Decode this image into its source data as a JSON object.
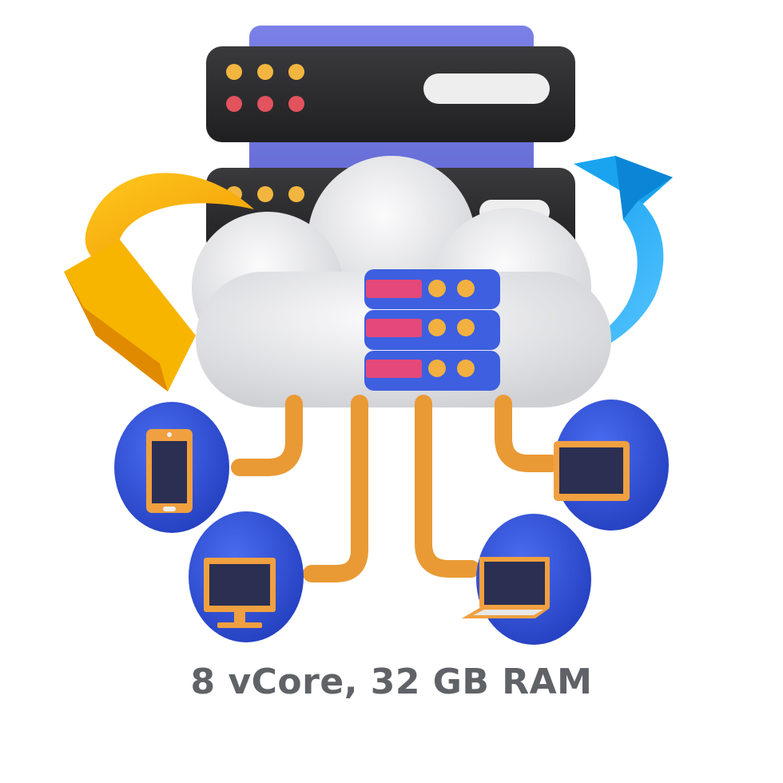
{
  "illustration": {
    "subject": "cloud-server-hosting",
    "caption": "8 vCore, 32 GB RAM",
    "colors": {
      "server_body": "#2f2f31",
      "server_back": "#6c73d8",
      "led_yellow": "#f2b640",
      "led_red": "#e2535e",
      "cloud": "#ececee",
      "mini_server": "#3d5fe0",
      "mini_bar": "#e5487a",
      "mini_dot": "#f2b040",
      "arrow_left": "#f5b800",
      "arrow_right": "#1fa6f0",
      "pipe": "#e99a35",
      "device_disc": "#2f52d8",
      "device_screen": "#2b2f52",
      "device_frame": "#f0a040",
      "caption_text": "#5f6266"
    },
    "devices": [
      {
        "name": "smartphone",
        "icon": "phone-icon"
      },
      {
        "name": "tablet",
        "icon": "tablet-icon"
      },
      {
        "name": "desktop-monitor",
        "icon": "monitor-icon"
      },
      {
        "name": "laptop",
        "icon": "laptop-icon"
      }
    ]
  }
}
